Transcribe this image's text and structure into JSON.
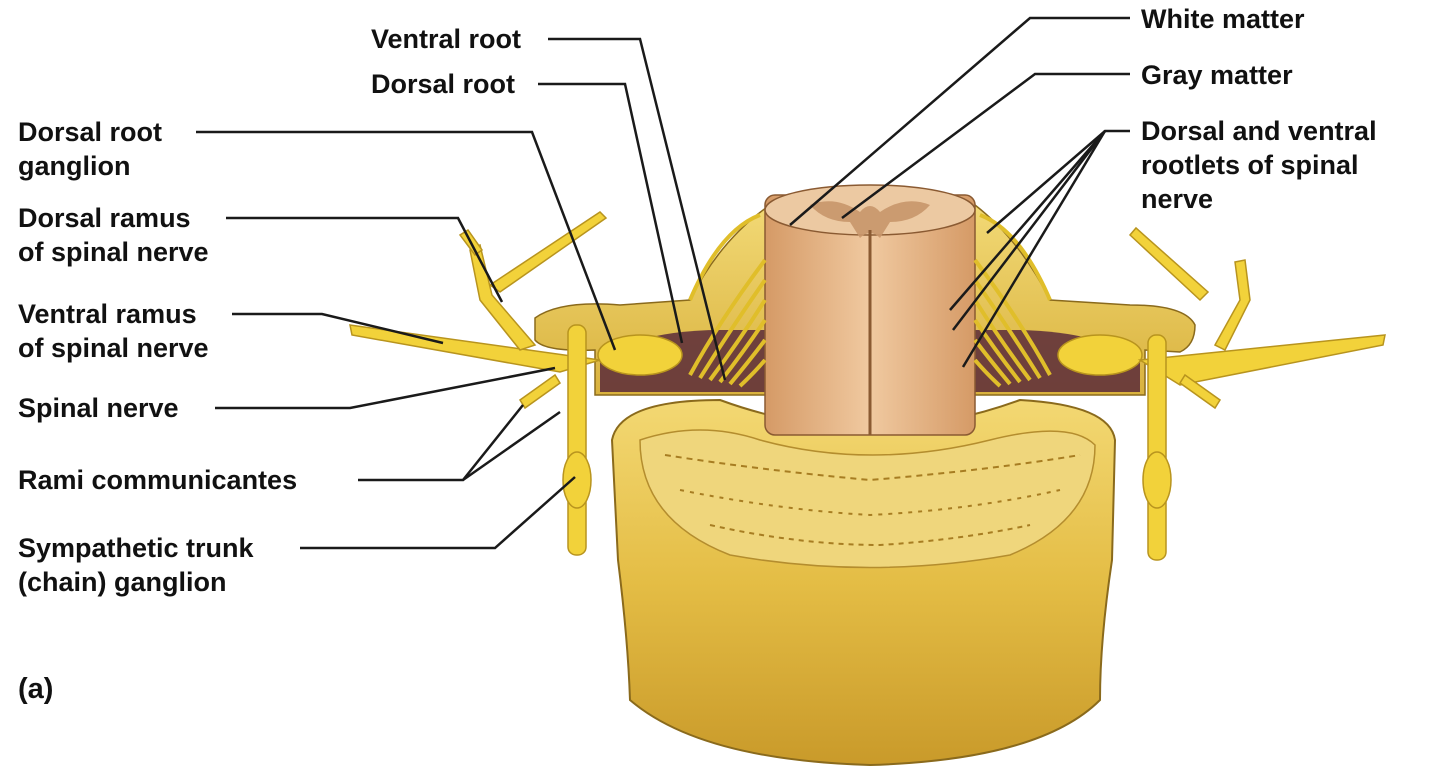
{
  "labels": {
    "ventral_root": "Ventral root",
    "dorsal_root": "Dorsal root",
    "dorsal_root_ganglion": {
      "line1": "Dorsal root",
      "line2": "ganglion"
    },
    "dorsal_ramus": {
      "line1": "Dorsal ramus",
      "line2": "of spinal nerve"
    },
    "ventral_ramus": {
      "line1": "Ventral ramus",
      "line2": "of spinal nerve"
    },
    "spinal_nerve": "Spinal nerve",
    "rami_communicantes": "Rami communicantes",
    "sympathetic_trunk": {
      "line1": "Sympathetic trunk",
      "line2": "(chain) ganglion"
    },
    "white_matter": "White matter",
    "gray_matter": "Gray matter",
    "rootlets": {
      "line1": "Dorsal and ventral",
      "line2": "rootlets of spinal",
      "line3": "nerve"
    }
  },
  "panel_letter": "(a)",
  "colors": {
    "nerve": "#f2d23a",
    "vertebra": "#e6c24a",
    "cord": "#e3b07e",
    "gray_matter": "#c8966a",
    "fat": "#e8741c",
    "label_text": "#111111",
    "leader_line": "#1a1a1a"
  }
}
